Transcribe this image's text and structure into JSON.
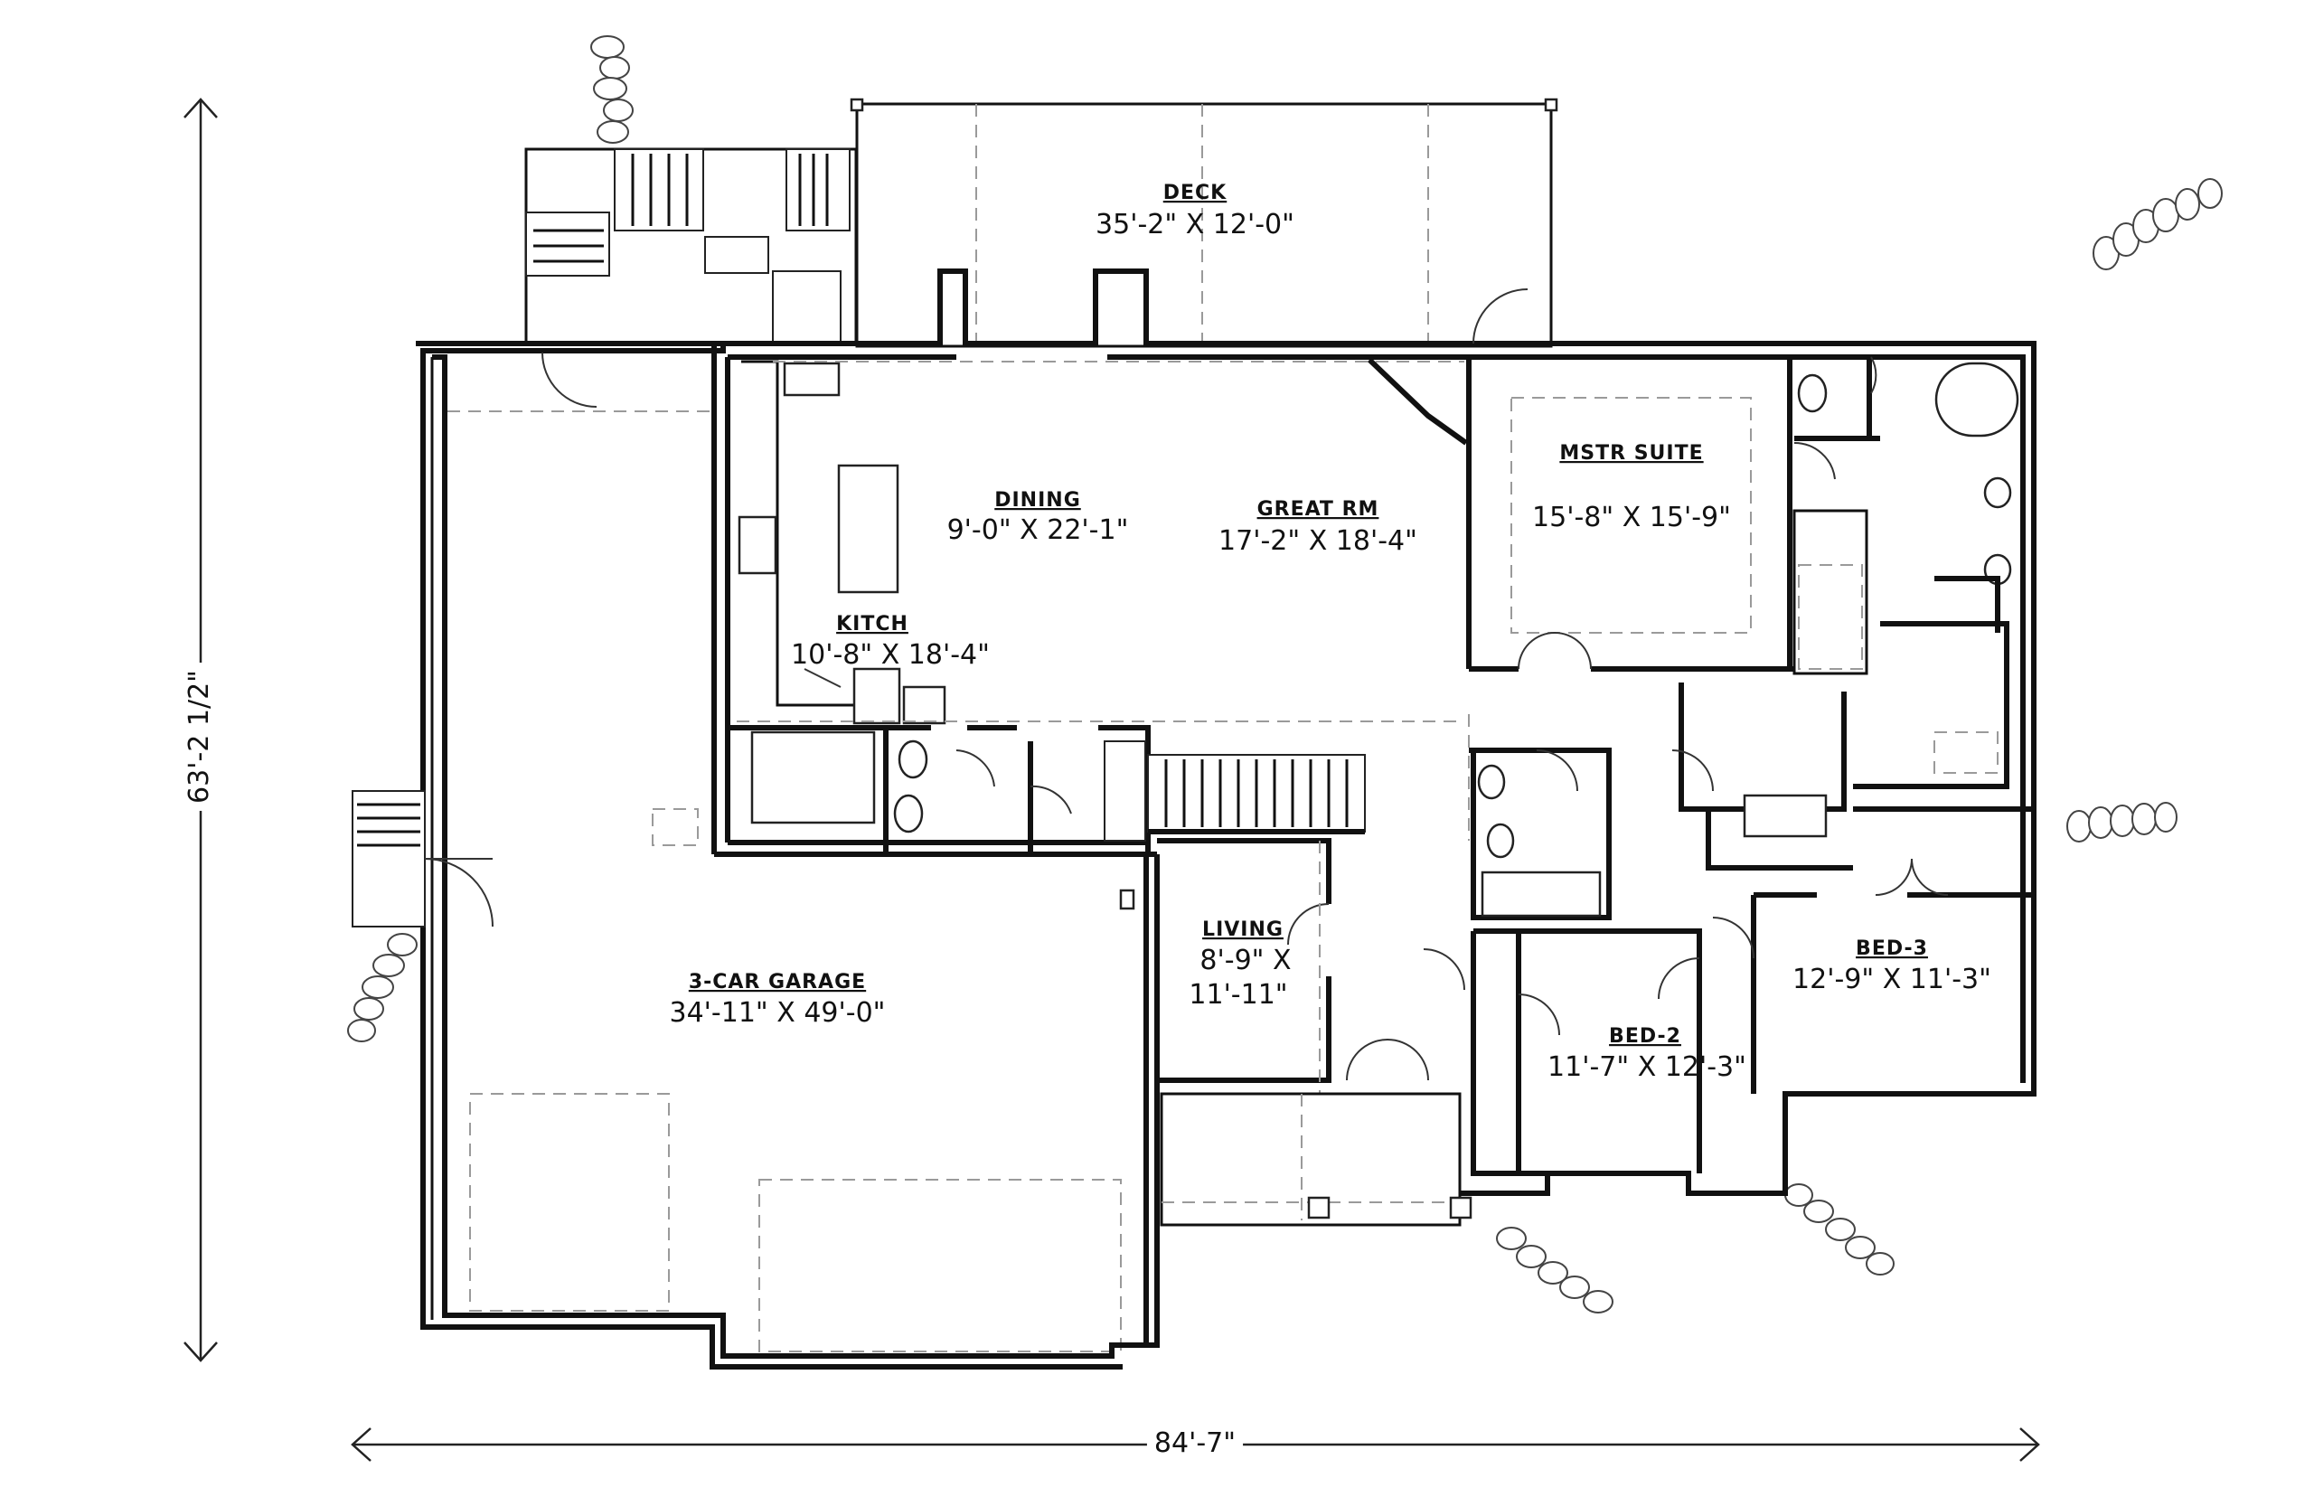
{
  "rooms": {
    "deck": {
      "name": "DECK",
      "size": "35'-2\" X 12'-0\""
    },
    "dining": {
      "name": "DINING",
      "size": "9'-0\" X 22'-1\""
    },
    "great_room": {
      "name": "GREAT RM",
      "size": "17'-2\" X 18'-4\""
    },
    "master_suite": {
      "name": "MSTR SUITE",
      "size": "15'-8\" X 15'-9\""
    },
    "kitchen": {
      "name": "KITCH",
      "size": "10'-8\" X 18'-4\""
    },
    "living": {
      "name": "LIVING",
      "size_line1": "8'-9\" X",
      "size_line2": "11'-11\""
    },
    "garage": {
      "name": "3-CAR GARAGE",
      "size": "34'-11\" X 49'-0\""
    },
    "bed2": {
      "name": "BED-2",
      "size": "11'-7\" X 12'-3\""
    },
    "bed3": {
      "name": "BED-3",
      "size": "12'-9\" X 11'-3\""
    }
  },
  "dimensions": {
    "overall_width": "84'-7\"",
    "overall_depth": "63'-2 1/2\""
  },
  "colors": {
    "line": "#111111",
    "background": "#ffffff",
    "hidden_line": "#9a9a9a"
  }
}
